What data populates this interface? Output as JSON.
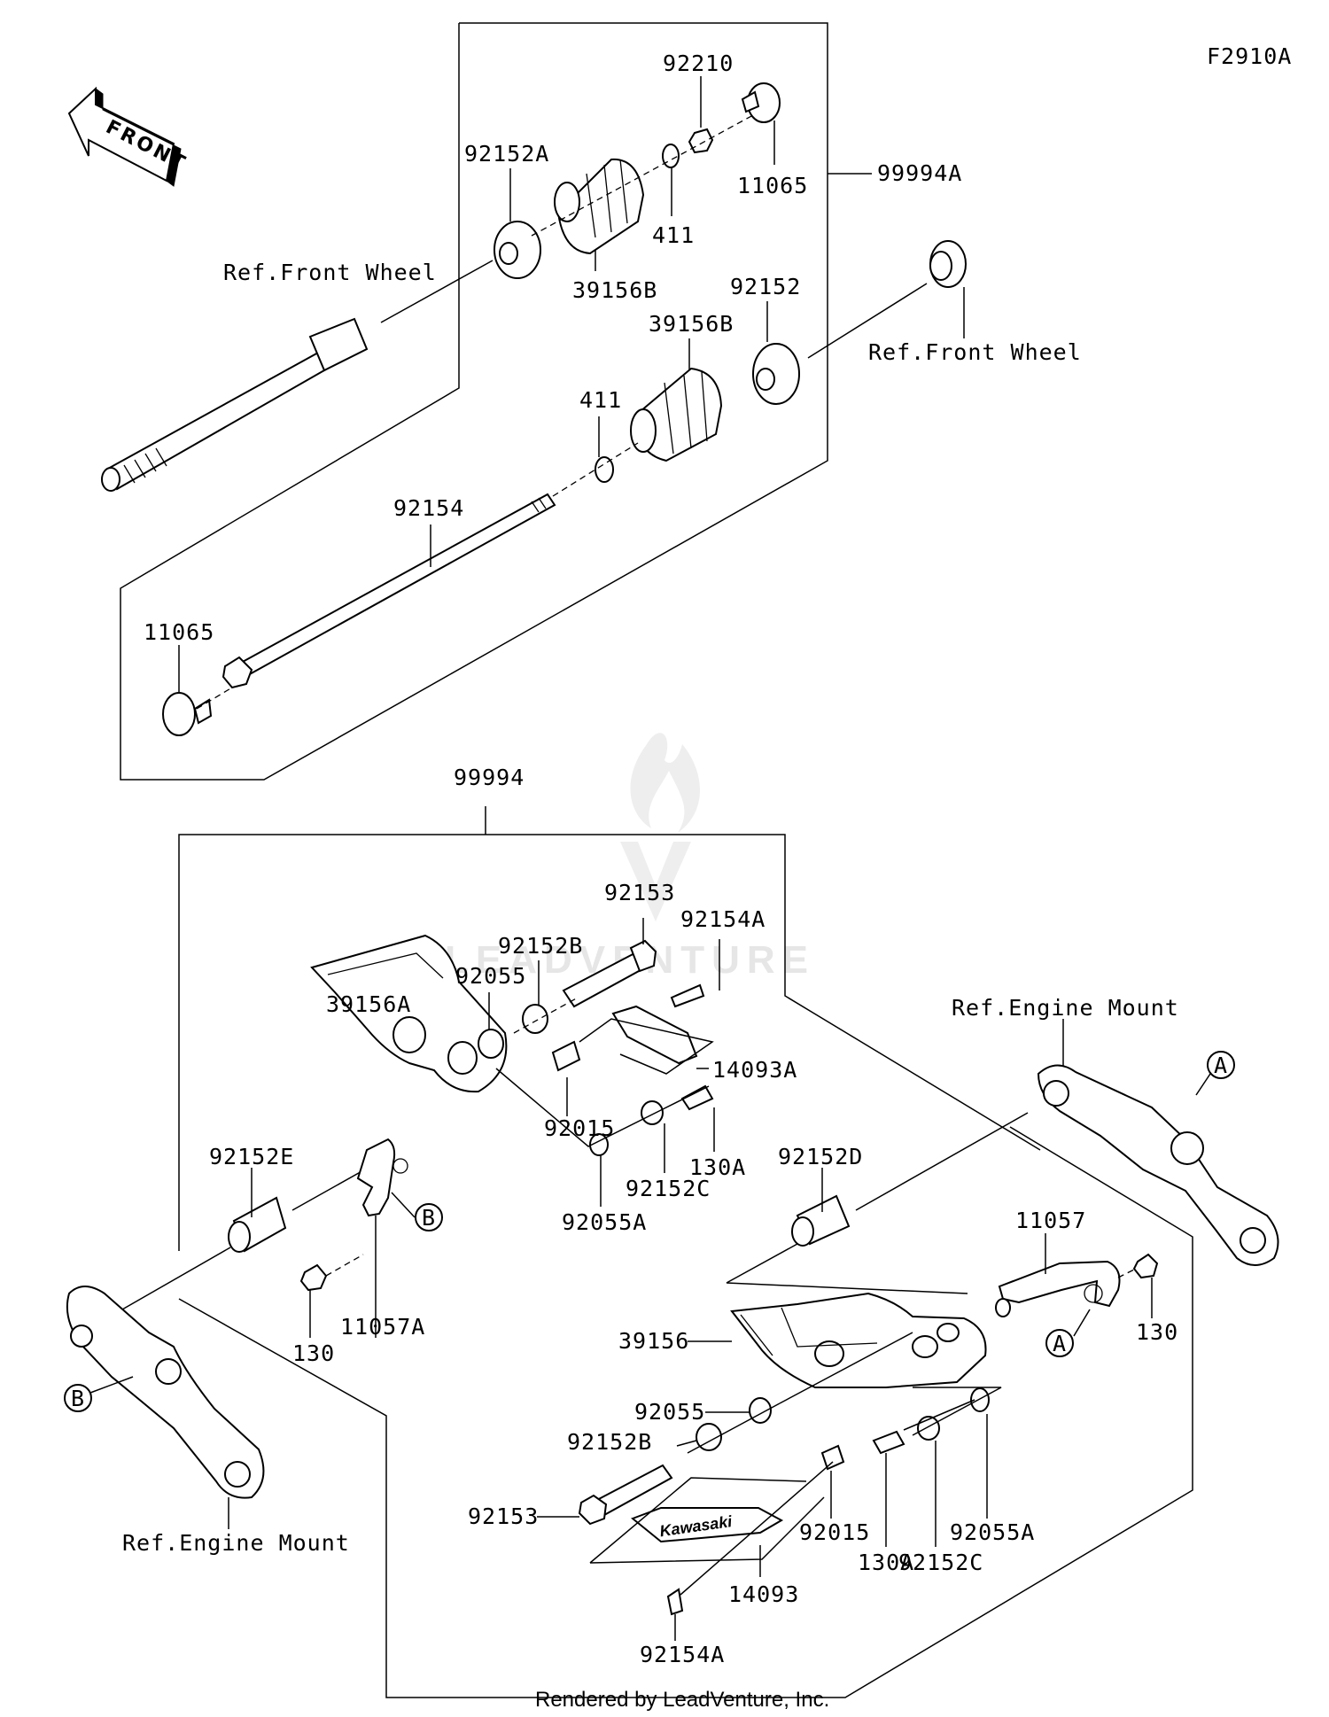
{
  "figure_code": "F2910A",
  "front_label": "FRONT",
  "watermark": "LEADVENTURE",
  "footer": "Rendered by LeadVenture, Inc.",
  "badge_text": "Kawasaki",
  "callouts": {
    "c_92210": "92210",
    "c_92152A": "92152A",
    "c_11065_top": "11065",
    "c_99994A": "99994A",
    "c_411_top": "411",
    "c_39156B_top": "39156B",
    "c_92152_top": "92152",
    "c_39156B_mid": "39156B",
    "c_ref_front_wheel_left": "Ref.Front Wheel",
    "c_ref_front_wheel_right": "Ref.Front Wheel",
    "c_411_mid": "411",
    "c_92154": "92154",
    "c_11065_left": "11065",
    "c_99994": "99994",
    "c_92153_top": "92153",
    "c_92154A_top": "92154A",
    "c_92152B_top": "92152B",
    "c_92055_top": "92055",
    "c_39156A": "39156A",
    "c_ref_engine_mount_right": "Ref.Engine Mount",
    "c_14093A": "14093A",
    "c_92015_top": "92015",
    "c_130A_top": "130A",
    "c_92152E": "92152E",
    "c_92152D": "92152D",
    "c_92152C_top": "92152C",
    "c_92055A_top": "92055A",
    "c_11057": "11057",
    "c_130_left": "130",
    "c_11057A": "11057A",
    "c_130_right": "130",
    "c_39156": "39156",
    "c_92055_bot": "92055",
    "c_92152B_bot": "92152B",
    "c_92153_bot": "92153",
    "c_92015_bot": "92015",
    "c_92055A_bot": "92055A",
    "c_130A_bot": "130A",
    "c_92152C_bot": "92152C",
    "c_14093": "14093",
    "c_92154A_bot": "92154A",
    "c_ref_engine_mount_left": "Ref.Engine Mount"
  },
  "markers": {
    "a_right": "A",
    "a_mid": "A",
    "b_top": "B",
    "b_left": "B"
  }
}
